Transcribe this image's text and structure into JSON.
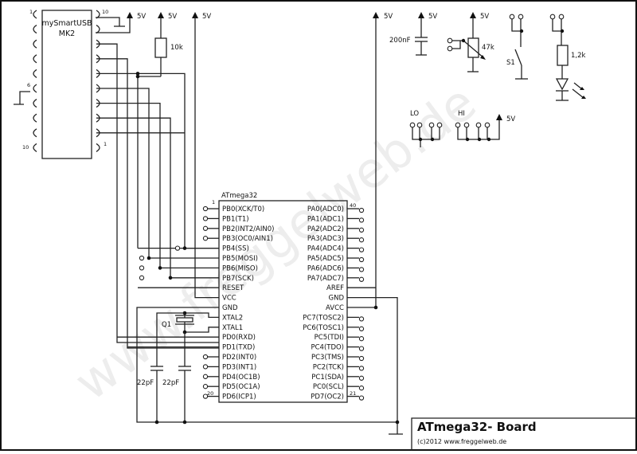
{
  "title_block": {
    "title": "ATmega32- Board",
    "copyright": "(c)2012 www.freggelweb.de"
  },
  "watermark": "www.freggelweb.de",
  "programmer": {
    "name_line1": "mySmartUSB",
    "name_line2": "MK2",
    "left_pin_labels": {
      "first": "1",
      "middle": "6",
      "last": "10"
    },
    "right_pin_labels": {
      "first": "10",
      "last": "1"
    }
  },
  "supply_label": "5V",
  "pullup": {
    "value": "10k"
  },
  "mcu": {
    "name": "ATmega32",
    "pin_first": "1",
    "pin_last_left": "20",
    "pin_first_right": "21",
    "pin_last": "40",
    "left_pins": [
      "PB0(XCK/T0)",
      "PB1(T1)",
      "PB2(INT2/AIN0)",
      "PB3(OC0/AIN1)",
      "PB4(SS)",
      "PB5(MOSI)",
      "PB6(MISO)",
      "PB7(SCK)",
      "RESET",
      "VCC",
      "GND",
      "XTAL2",
      "XTAL1",
      "PD0(RXD)",
      "PD1(TXD)",
      "PD2(INT0)",
      "PD3(INT1)",
      "PD4(OC1B)",
      "PD5(OC1A)",
      "PD6(ICP1)"
    ],
    "right_pins": [
      "PA0(ADC0)",
      "PA1(ADC1)",
      "PA2(ADC2)",
      "PA3(ADC3)",
      "PA4(ADC4)",
      "PA5(ADC5)",
      "PA6(ADC6)",
      "PA7(ADC7)",
      "AREF",
      "GND",
      "AVCC",
      "PC7(TOSC2)",
      "PC6(TOSC1)",
      "PC5(TDI)",
      "PC4(TDO)",
      "PC3(TMS)",
      "PC2(TCK)",
      "PC1(SDA)",
      "PC0(SCL)",
      "PD7(OC2)"
    ]
  },
  "crystal": {
    "label": "Q1",
    "cap1": "22pF",
    "cap2": "22pF"
  },
  "decoupling_cap": {
    "value": "200nF"
  },
  "potentiometer": {
    "value": "47k"
  },
  "switch": {
    "label": "S1"
  },
  "led_resistor": {
    "value": "1,2k"
  },
  "jumpers": {
    "lo_label": "LO",
    "hi_label": "HI"
  }
}
